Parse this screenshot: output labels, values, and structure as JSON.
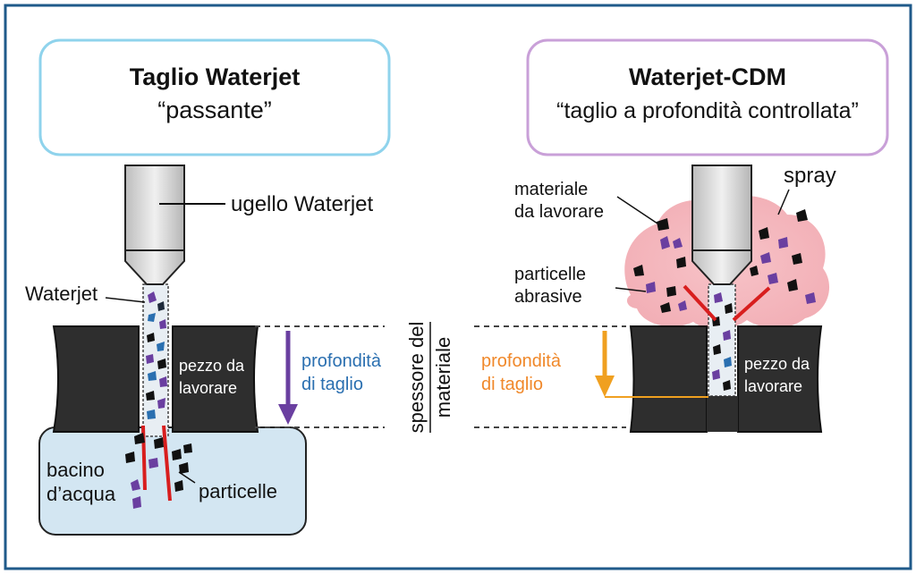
{
  "left": {
    "title": "Taglio Waterjet",
    "subtitle": "“passante”",
    "nozzle_label": "ugello Waterjet",
    "jet_label": "Waterjet",
    "workpiece_label_1": "pezzo da",
    "workpiece_label_2": "lavorare",
    "depth_label_1": "profondità",
    "depth_label_2": "di taglio",
    "basin_label_1": "bacino",
    "basin_label_2": "d’acqua",
    "particles_label": "particelle"
  },
  "center": {
    "thickness_label_1": "spessore del",
    "thickness_label_2": "materiale"
  },
  "right": {
    "title": "Waterjet-CDM",
    "subtitle": "“taglio a profondità controllata”",
    "spray_label": "spray",
    "material_label_1": "materiale",
    "material_label_2": "da lavorare",
    "abrasive_label_1": "particelle",
    "abrasive_label_2": "abrasive",
    "depth_label_1": "profondità",
    "depth_label_2": "di taglio",
    "workpiece_label_1": "pezzo da",
    "workpiece_label_2": "lavorare"
  },
  "colors": {
    "frame": "#1f5a8a",
    "left_title_border": "#8fd3ec",
    "right_title_border": "#c9a0d8",
    "workpiece": "#2e2e2e",
    "basin": "#d3e6f2",
    "depth_arrow_left": "#6a3fa0",
    "depth_text_left": "#2a6fb0",
    "depth_arrow_right": "#f0a020",
    "depth_text_right": "#f0882a",
    "spray": "#f4b8be",
    "red_streak": "#d81e1e"
  }
}
